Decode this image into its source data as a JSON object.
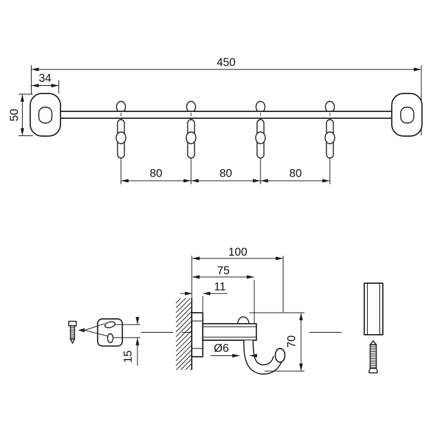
{
  "drawing": {
    "background": "#ffffff",
    "line_color": "#1a1a1a"
  },
  "front_view": {
    "dims": {
      "total_width": "450",
      "end_plate_width": "34",
      "end_plate_height": "50",
      "hook_spacing_a": "80",
      "hook_spacing_b": "80",
      "hook_spacing_c": "80"
    }
  },
  "side_view": {
    "dims": {
      "overall_depth": "100",
      "projection_depth": "75",
      "flange_thickness": "11",
      "overall_height": "70",
      "keyhole_spacing": "15",
      "hook_diameter": "Ø6"
    }
  }
}
